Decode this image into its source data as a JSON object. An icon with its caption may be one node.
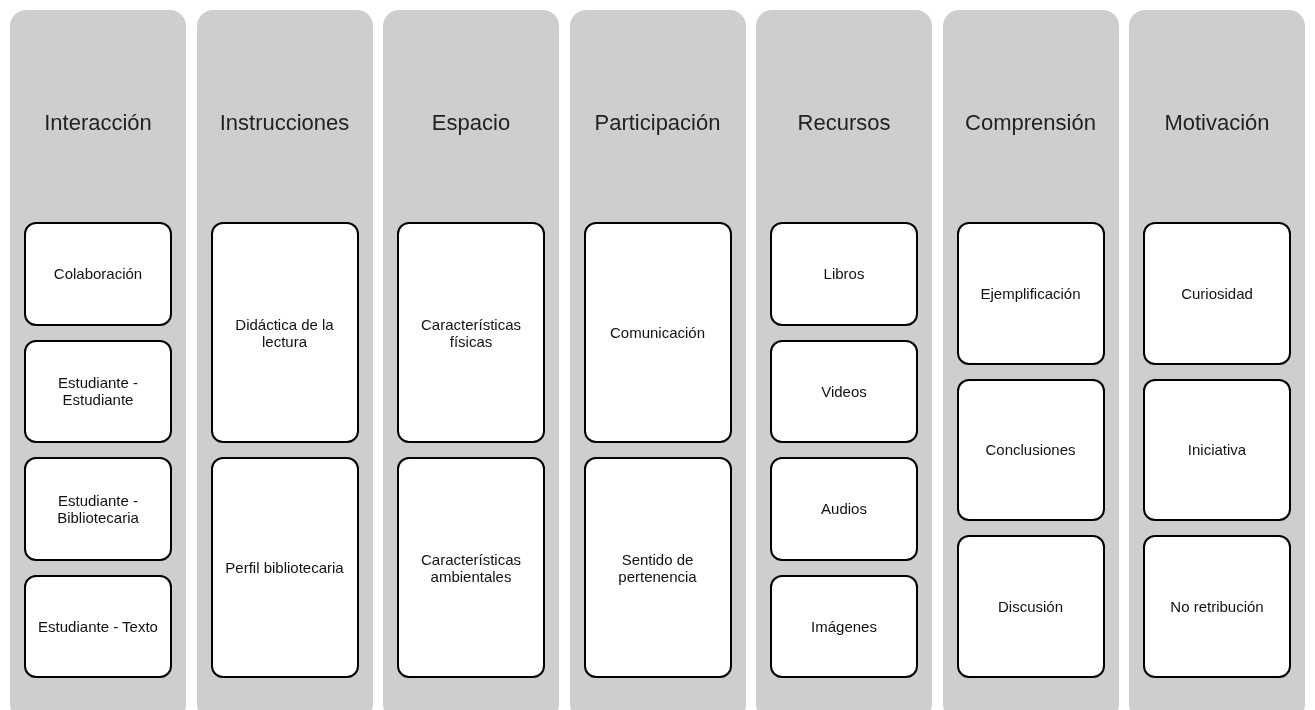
{
  "diagram": {
    "nodes": [
      {
        "text": [
          "Interacción"
        ]
      },
      {
        "text": [
          "Colaboración"
        ],
        "in": 0
      },
      {
        "text": [
          "Estudiante - Estudiante"
        ],
        "in": 0
      },
      {
        "text": [
          "Estudiante - Bibliotecaria"
        ],
        "in": 0
      },
      {
        "text": [
          "Estudiante - Texto"
        ],
        "in": 0
      },
      {
        "text": [
          "Instrucciones"
        ]
      },
      {
        "text": [
          "Didáctica de la lectura"
        ],
        "in": 5
      },
      {
        "text": [
          "Perfil bibliotecaria"
        ],
        "in": 5
      },
      {
        "text": [
          "Espacio"
        ]
      },
      {
        "text": [
          "Características físicas"
        ],
        "in": 8
      },
      {
        "text": [
          "Características ambientales"
        ],
        "in": 8
      },
      {
        "text": [
          "Participación"
        ]
      },
      {
        "text": [
          "Comunicación"
        ],
        "in": 11
      },
      {
        "text": [
          "Sentido de pertenencia"
        ],
        "in": 11
      },
      {
        "text": [
          "Recursos"
        ]
      },
      {
        "text": [
          "Libros"
        ],
        "in": 14
      },
      {
        "text": [
          "Videos"
        ],
        "in": 14
      },
      {
        "text": [
          "Audios"
        ],
        "in": 14
      },
      {
        "text": [
          "Imágenes"
        ],
        "in": 14
      },
      {
        "text": [
          "Comprensión"
        ]
      },
      {
        "text": [
          "Ejemplificación"
        ],
        "in": 19
      },
      {
        "text": [
          "Conclusiones"
        ],
        "in": 19
      },
      {
        "text": [
          "Discusión"
        ],
        "in": 19
      },
      {
        "text": [
          "Motivación"
        ]
      },
      {
        "text": [
          "Curiosidad"
        ],
        "in": 23
      },
      {
        "text": [
          "Iniciativa"
        ],
        "in": 23
      },
      {
        "text": [
          "No retribución"
        ],
        "in": 23
      }
    ],
    "edges": []
  }
}
